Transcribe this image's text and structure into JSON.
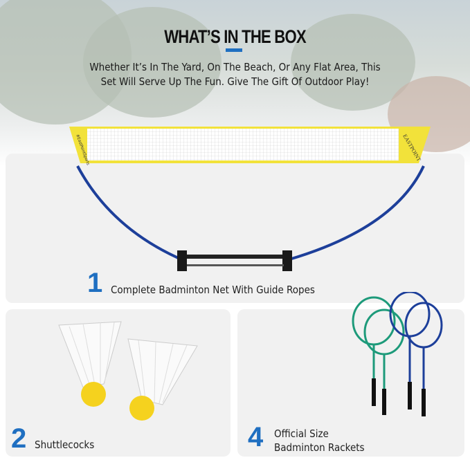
{
  "header": {
    "title": "WHAT’S IN THE BOX",
    "subtitle_line1": "Whether It’s In The Yard, On The Beach, Or Any Flat Area, This",
    "subtitle_line2": "Set Will Serve Up The Fun. Give The Gift Of Outdoor Play!"
  },
  "items": [
    {
      "number": "1",
      "label": "Complete Badminton Net With Guide Ropes"
    },
    {
      "number": "2",
      "label": "Shuttlecocks"
    },
    {
      "number": "4",
      "label_line1": "Official Size",
      "label_line2": "Badminton Rackets"
    }
  ],
  "net": {
    "left_text": "#EastPointSports",
    "brand": "EASTPOINT"
  },
  "colors": {
    "accent": "#1f6fc1",
    "net_yellow": "#f2e23a",
    "card": "#f1f1f1"
  }
}
